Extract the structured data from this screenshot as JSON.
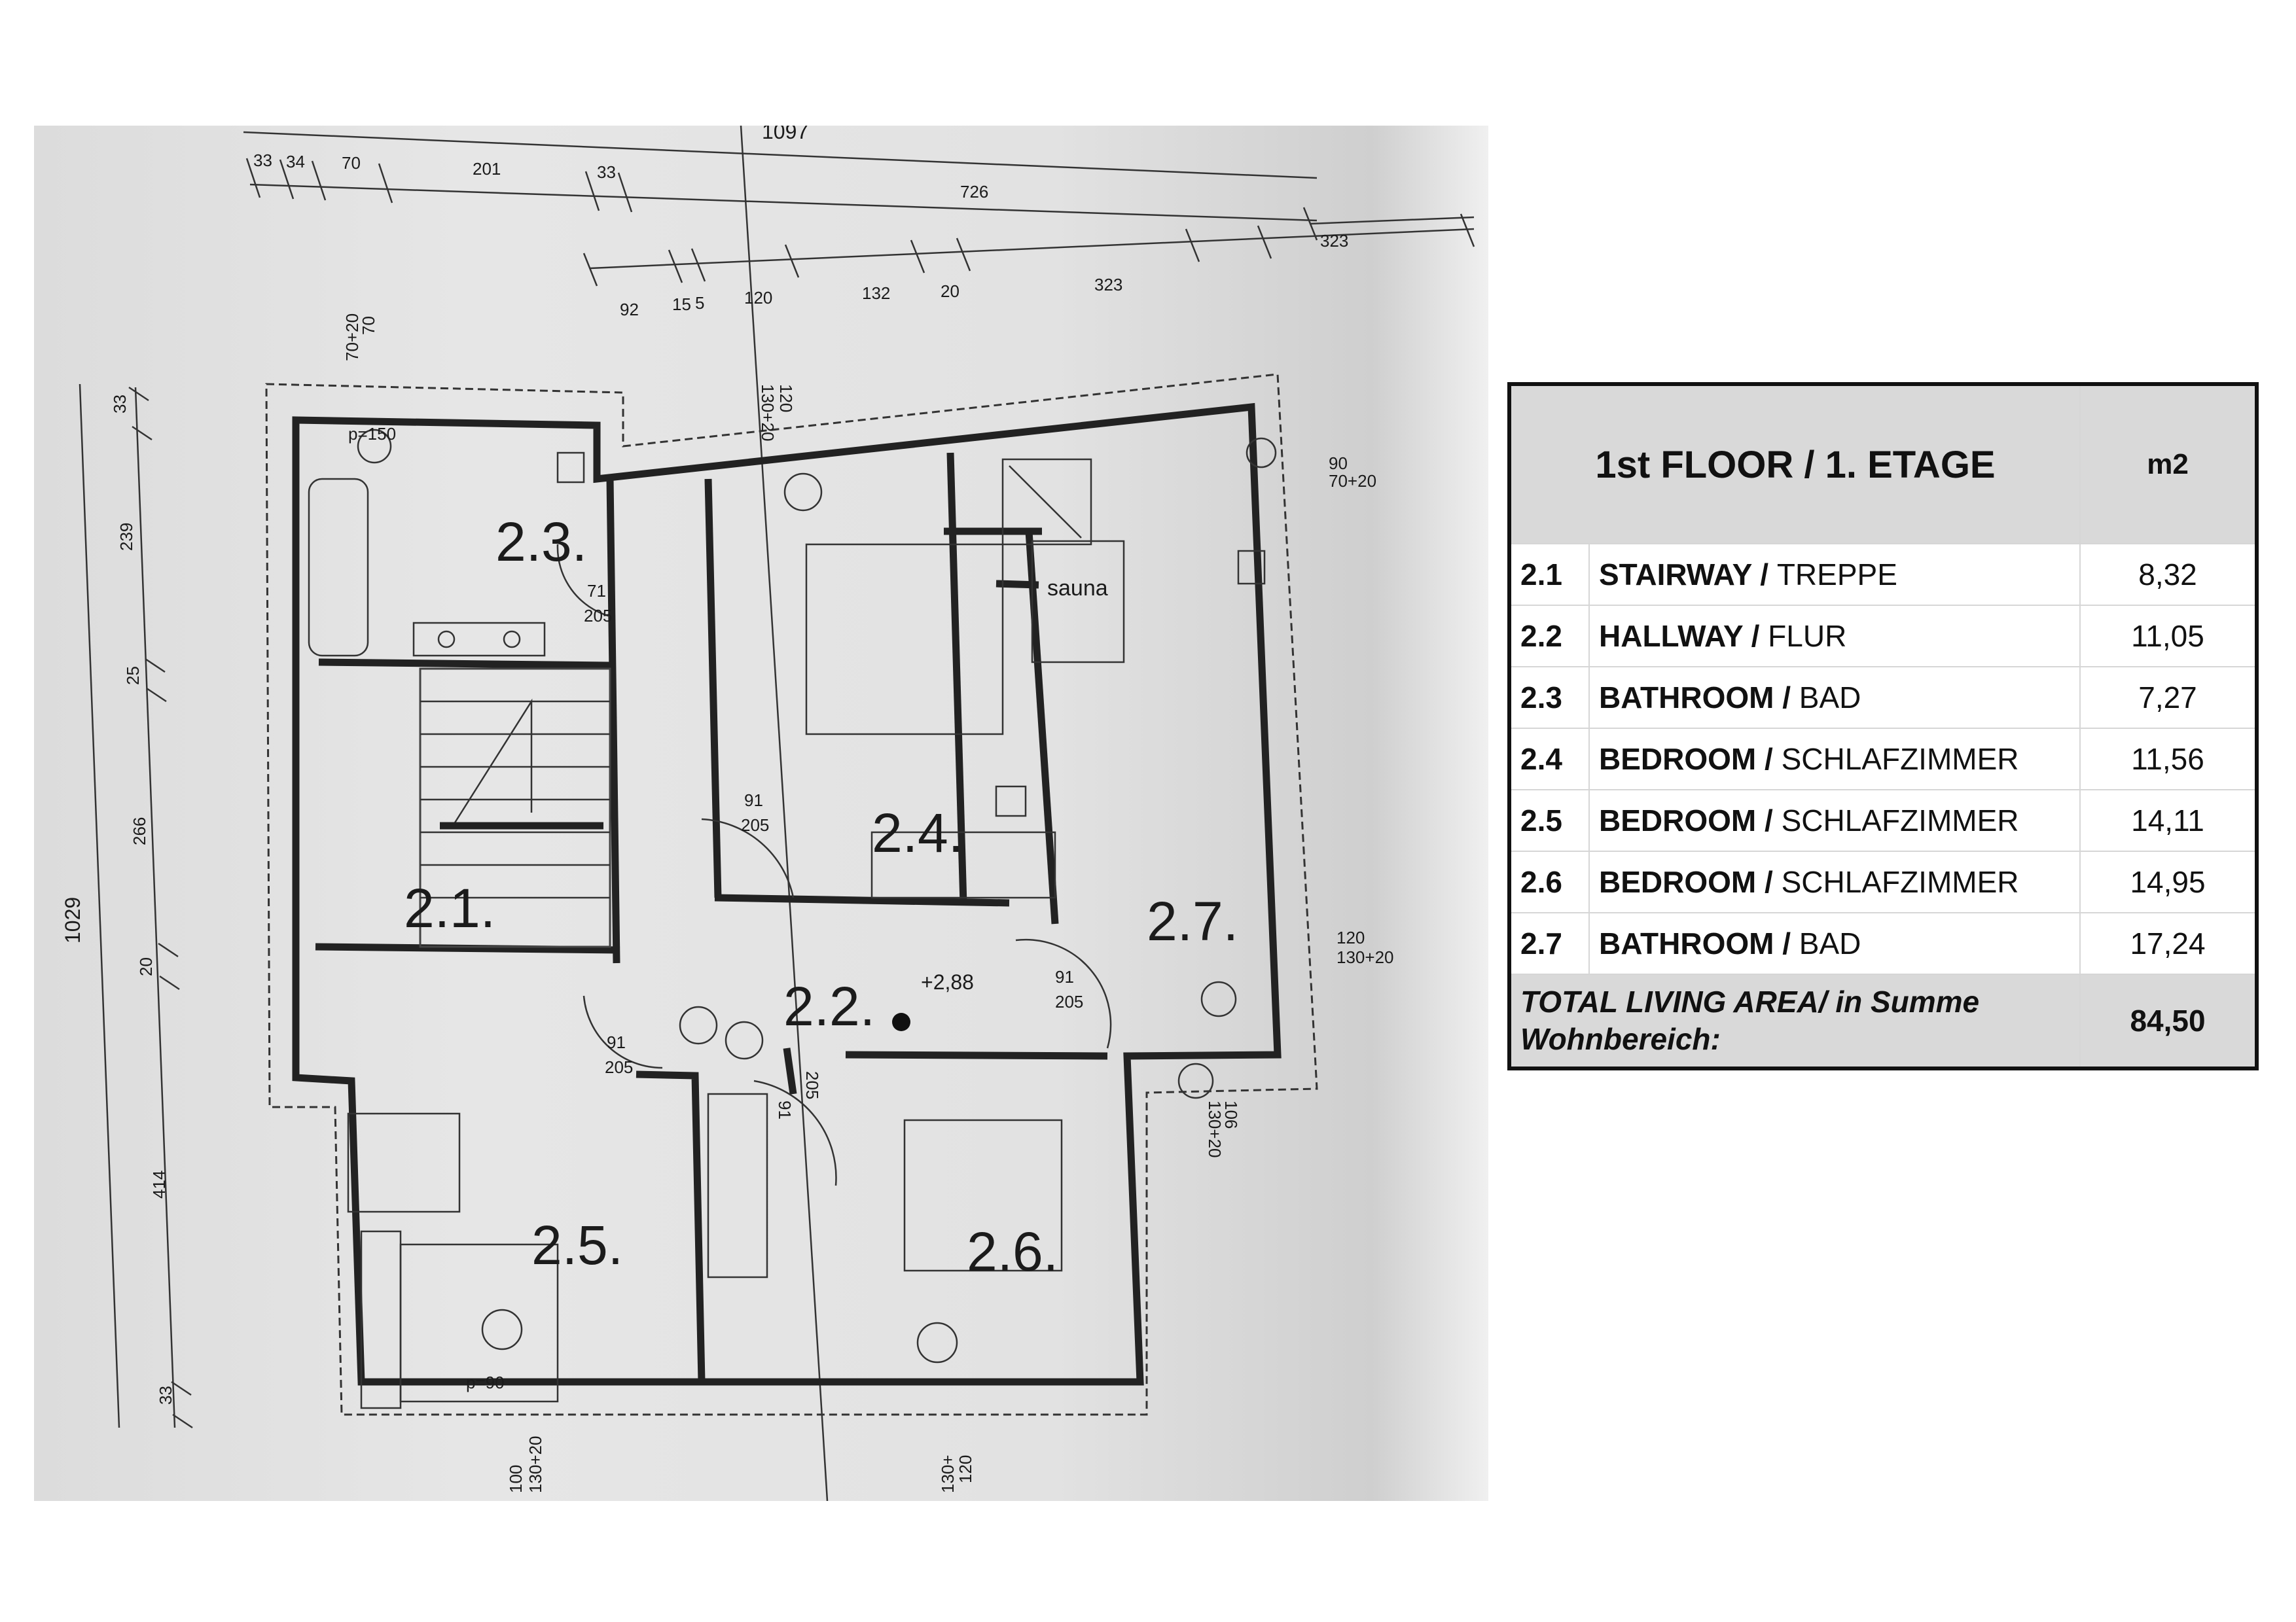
{
  "plan": {
    "rooms": [
      {
        "label": "2.1."
      },
      {
        "label": "2.2."
      },
      {
        "label": "2.3."
      },
      {
        "label": "2.4."
      },
      {
        "label": "2.5."
      },
      {
        "label": "2.6."
      },
      {
        "label": "2.7."
      }
    ],
    "sauna_label": "sauna",
    "level_mark": "+2,88",
    "dims_top_row1": [
      "33",
      "34",
      "70",
      "201",
      "33"
    ],
    "dim_total_width": "1097",
    "dim_726": "726",
    "dims_top_row3": [
      "92",
      "15",
      "5",
      "120",
      "132",
      "20",
      "323"
    ],
    "dim_323_right": "323",
    "dims_left": [
      "33",
      "239",
      "25",
      "266",
      "20",
      "414",
      "33"
    ],
    "dim_total_height": "1029",
    "window_marks": [
      "70",
      "70+20",
      "p=150",
      "120",
      "130+20",
      "p=90",
      "90",
      "70+20",
      "120",
      "130+20",
      "106",
      "130+20",
      "100",
      "130+20",
      "120",
      "130+"
    ],
    "door_marks": [
      "71",
      "205",
      "91",
      "205",
      "91",
      "205",
      "91",
      "205",
      "91",
      "205"
    ]
  },
  "table": {
    "title": "1st FLOOR / 1. ETAGE",
    "unit": "m2",
    "rows": [
      {
        "no": "2.1",
        "en": "STAIRWAY",
        "sep": " / ",
        "de": "TREPPE",
        "area": "8,32"
      },
      {
        "no": "2.2",
        "en": "HALLWAY",
        "sep": " / ",
        "de": "FLUR",
        "area": "11,05"
      },
      {
        "no": "2.3",
        "en": "BATHROOM",
        "sep": " / ",
        "de": "BAD",
        "area": "7,27"
      },
      {
        "no": "2.4",
        "en": "BEDROOM",
        "sep": " / ",
        "de": "SCHLAFZIMMER",
        "area": "11,56"
      },
      {
        "no": "2.5",
        "en": "BEDROOM",
        "sep": " / ",
        "de": "SCHLAFZIMMER",
        "area": "14,11"
      },
      {
        "no": "2.6",
        "en": "BEDROOM",
        "sep": " / ",
        "de": "SCHLAFZIMMER",
        "area": "14,95"
      },
      {
        "no": "2.7",
        "en": "BATHROOM",
        "sep": " / ",
        "de": "BAD",
        "area": "17,24"
      }
    ],
    "total_label": "TOTAL LIVING AREA/ in Summe Wohnbereich:",
    "total_value": "84,50"
  }
}
